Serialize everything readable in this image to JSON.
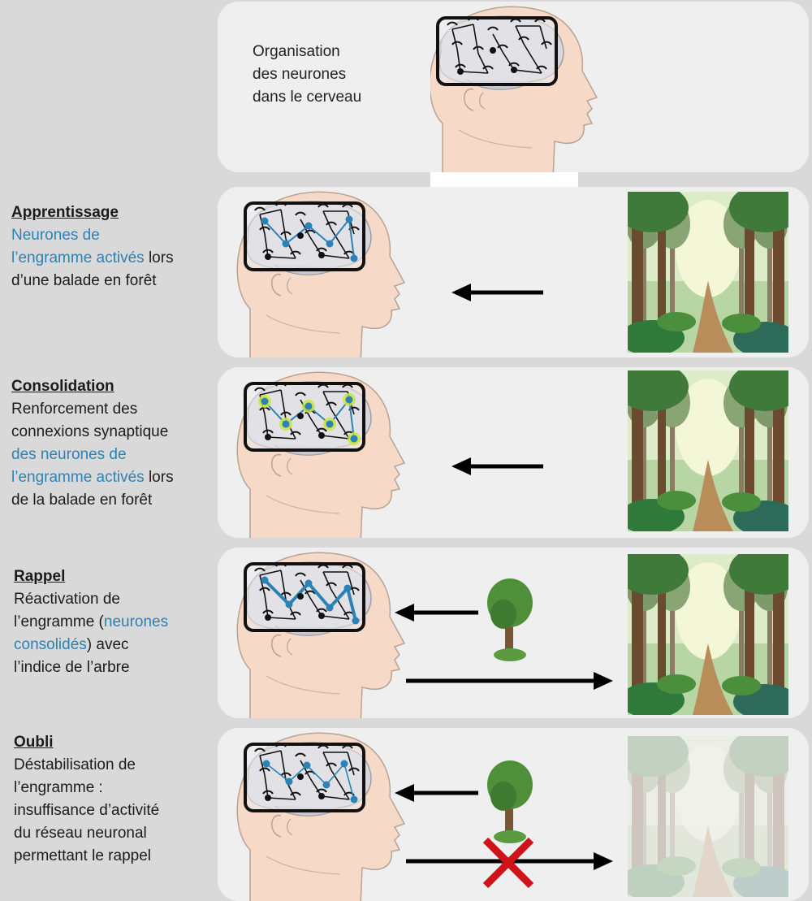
{
  "intro": {
    "text_line1": "Organisation",
    "text_line2": "des neurones",
    "text_line3": "dans le cerveau"
  },
  "stages": [
    {
      "title": "Apprentissage",
      "line1_blue": "Neurones de",
      "line2_blue": "l’engramme activés",
      "line2_rest": " lors",
      "line3": "d’une balade en forêt"
    },
    {
      "title": "Consolidation",
      "line1": "Renforcement des",
      "line2": "connexions synaptique",
      "line3_blue": "des neurones de",
      "line4_blue": "l’engramme activés",
      "line4_rest": " lors",
      "line5": "de la balade en forêt"
    },
    {
      "title": "Rappel",
      "line1": "Réactivation de",
      "line2_pre": "l’engramme (",
      "line2_blue": "neurones",
      "line3_blue": "consolidés",
      "line3_rest": ") avec",
      "line4": "l’indice de l’arbre"
    },
    {
      "title": "Oubli",
      "line1": "Déstabilisation de",
      "line2": "l’engramme :",
      "line3": "insuffisance d’activité",
      "line4": "du réseau neuronal",
      "line5": "permettant le rappel"
    }
  ],
  "colors": {
    "neuron_blue": "#2a82b6",
    "neuron_black": "#111111",
    "consolidation_glow": "#c8e63c",
    "forget_cross": "#d0121b",
    "skin": "#f6d9c6",
    "panel_bg": "#efefef"
  }
}
